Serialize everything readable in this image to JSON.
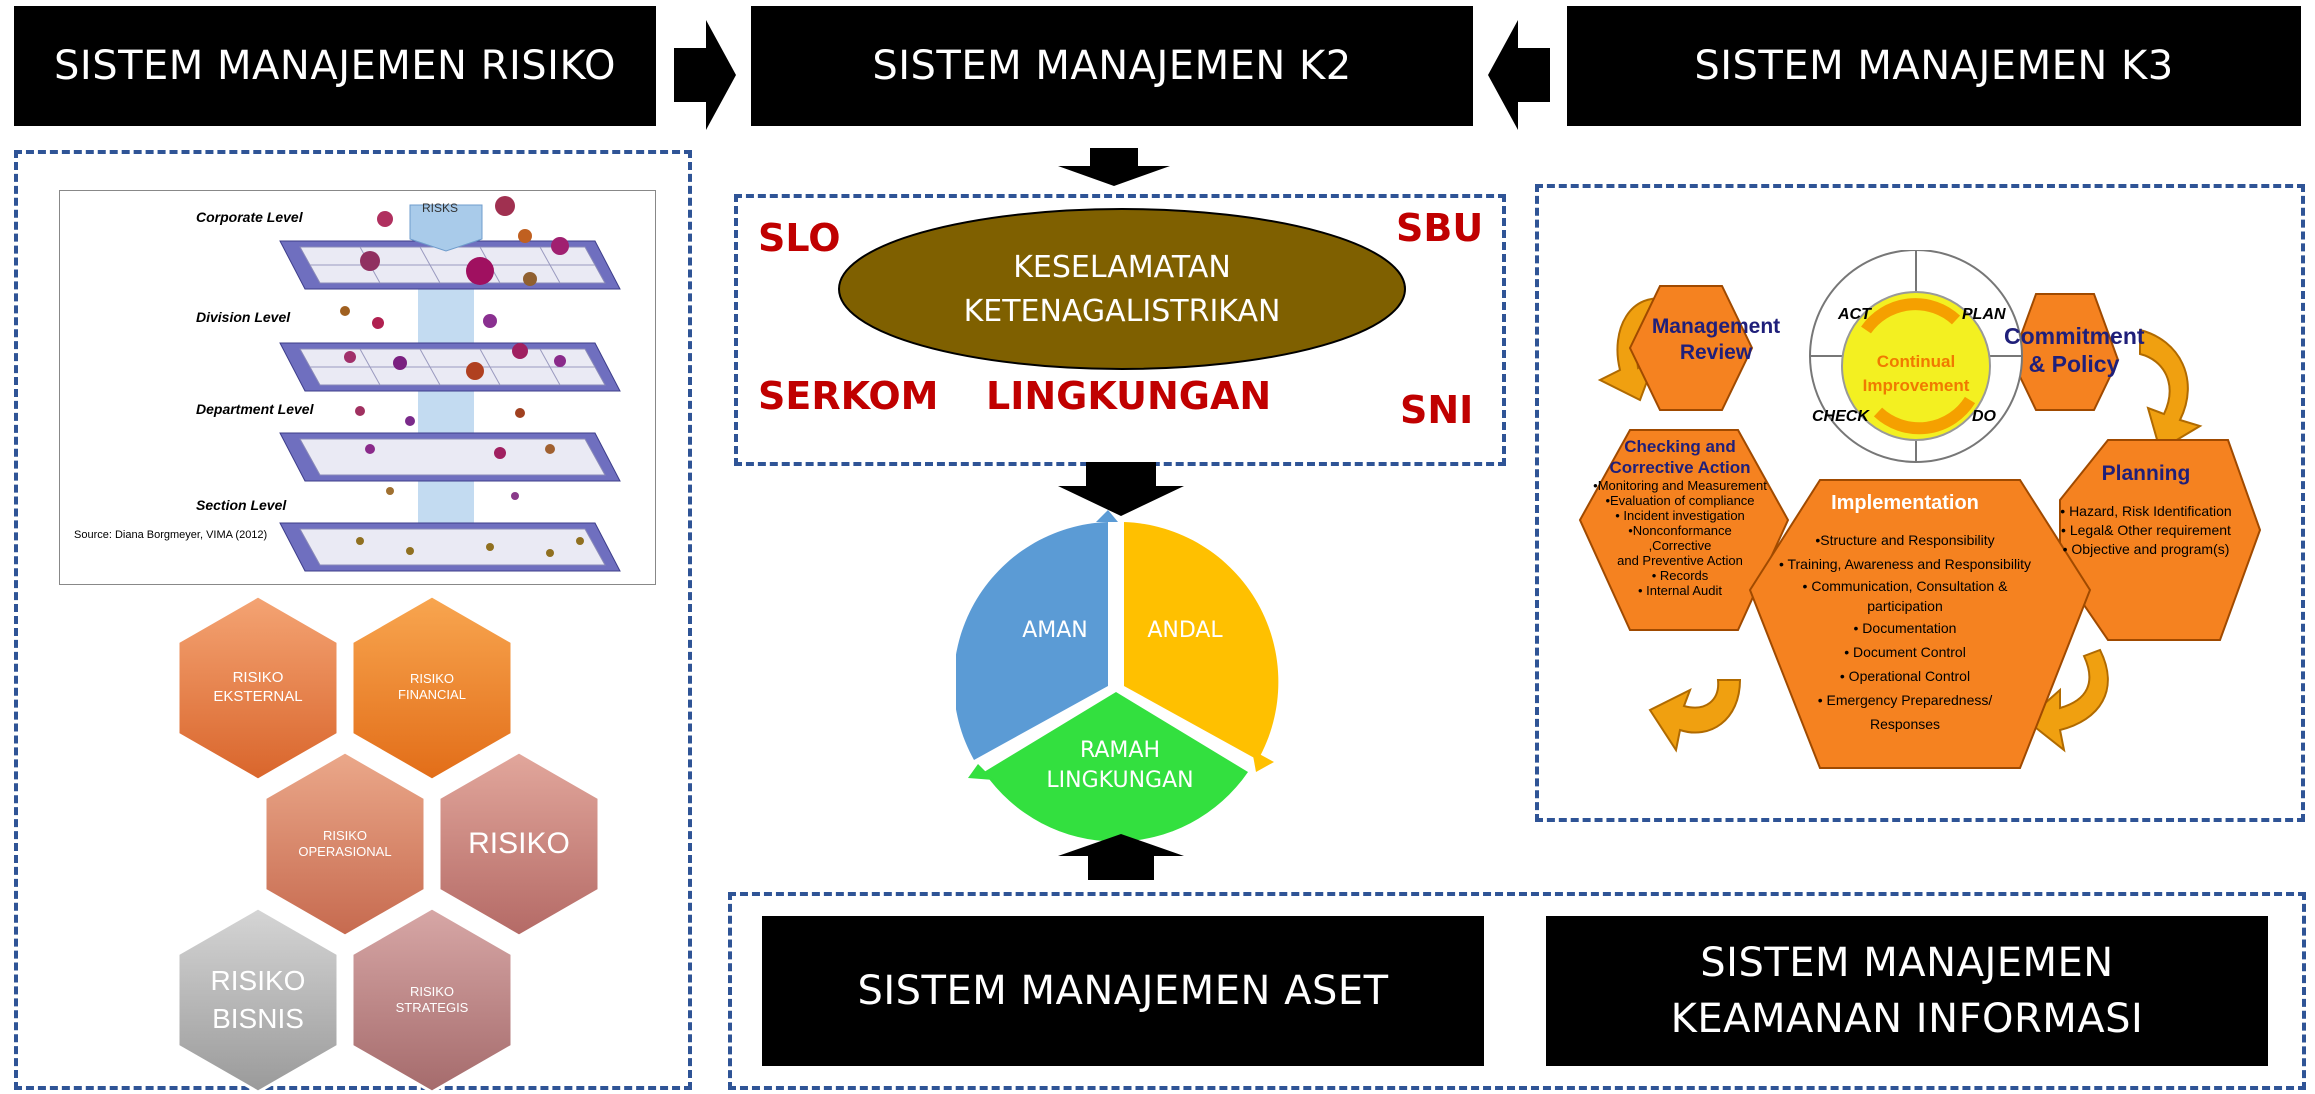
{
  "headers": {
    "risiko": "SISTEM MANAJEMEN RISIKO",
    "k2": "SISTEM MANAJEMEN K2",
    "k3": "SISTEM MANAJEMEN K3"
  },
  "k2_panel": {
    "ellipse_line1": "KESELAMATAN",
    "ellipse_line2": "KETENAGALISTRIKAN",
    "slo": "SLO",
    "sbu": "SBU",
    "serkom": "SERKOM",
    "lingkungan": "LINGKUNGAN",
    "sni": "SNI"
  },
  "cycle": {
    "aman": "AMAN",
    "andal": "ANDAL",
    "ramah_line1": "RAMAH",
    "ramah_line2": "LINGKUNGAN"
  },
  "risk_layers": {
    "risks_label": "RISKS",
    "corporate": "Corporate Level",
    "division": "Division Level",
    "department": "Department Level",
    "section": "Section Level",
    "source": "Source:  Diana Borgmeyer, VIMA  (2012)"
  },
  "risk_hexes": {
    "eksternal_1": "RISIKO",
    "eksternal_2": "EKSTERNAL",
    "financial_1": "RISIKO",
    "financial_2": "FINANCIAL",
    "operasional_1": "RISIKO",
    "operasional_2": "OPERASIONAL",
    "risiko": "RISIKO",
    "bisnis_1": "RISIKO",
    "bisnis_2": "BISNIS",
    "strategis_1": "RISIKO",
    "strategis_2": "STRATEGIS"
  },
  "k3_cycle": {
    "mgmt_review_1": "Management",
    "mgmt_review_2": "Review",
    "commitment_1": "Commitment",
    "commitment_2": "& Policy",
    "act": "ACT",
    "plan": "PLAN",
    "check": "CHECK",
    "do": "DO",
    "continual_1": "Continual",
    "continual_2": "Improvement",
    "checking_title_1": "Checking and",
    "checking_title_2": "Corrective Action",
    "checking_items": [
      "•Monitoring and Measurement",
      "•Evaluation of compliance",
      "• Incident investigation",
      "•Nonconformance",
      ",Corrective",
      "and Preventive Action",
      "• Records",
      "• Internal Audit"
    ],
    "planning_title": "Planning",
    "planning_items": [
      "• Hazard, Risk Identification",
      "• Legal& Other requirement",
      "• Objective and program(s)"
    ],
    "impl_title": "Implementation",
    "impl_items": [
      "•Structure and Responsibility",
      "• Training, Awareness and Responsibility",
      "• Communication, Consultation &",
      "participation",
      "• Documentation",
      "• Document Control",
      "• Operational Control",
      "• Emergency Preparedness/",
      "Responses"
    ]
  },
  "bottom": {
    "aset": "SISTEM MANAJEMEN ASET",
    "keamanan_1": "SISTEM MANAJEMEN",
    "keamanan_2": "KEAMANAN INFORMASI"
  },
  "colors": {
    "box": "#000000",
    "dashed": "#2f5496",
    "ellipse": "#7f6000",
    "red_text": "#c00000",
    "aman": "#5b9bd5",
    "andal": "#ffc000",
    "ramah": "#33e03f",
    "k3_hex": "#f58220",
    "k3_arrow": "#f0a010"
  }
}
